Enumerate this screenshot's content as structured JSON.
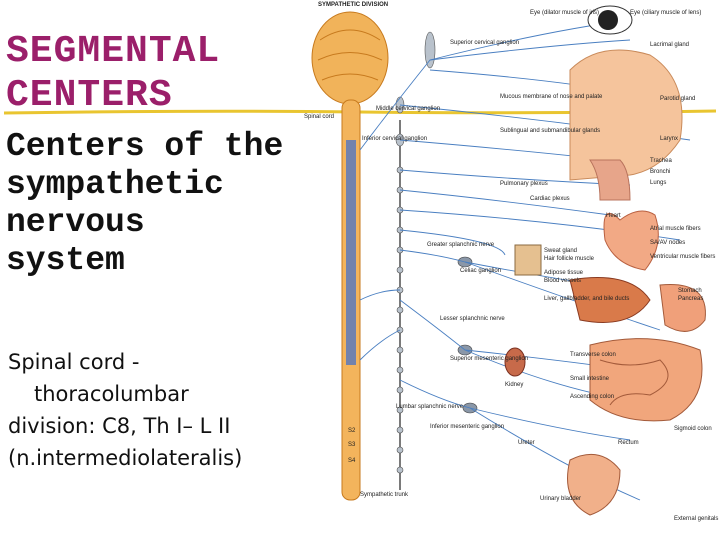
{
  "slide": {
    "title_line1": "SEGMENTAL",
    "title_line2": "CENTERS",
    "subtitle_lines": [
      "Centers of the",
      "sympathetic",
      "nervous",
      "system"
    ],
    "body_line1": "Spinal cord -",
    "body_line2": "thoracolumbar",
    "body_line3": "division: C8, Th I– L II",
    "body_line4": "(n.intermediolateralis)",
    "accent_color": "#9b1f6a",
    "underline_color": "#e9c530"
  },
  "figure": {
    "header": "SYMPATHETIC DIVISION",
    "labels": {
      "spinal_cord": "Spinal cord",
      "superior_cervical": "Superior cervical ganglion",
      "middle_cervical": "Middle cervical ganglion",
      "inferior_cervical": "Inferior cervical ganglion",
      "eye_iris": "Eye (dilator muscle of iris)",
      "eye_ciliary": "Eye (ciliary muscle of lens)",
      "lacrimal": "Lacrimal gland",
      "mucous": "Mucous membrane of nose and palate",
      "parotid": "Parotid gland",
      "sublingual": "Sublingual and submandibular glands",
      "larynx": "Larynx",
      "trachea": "Trachea",
      "bronchi": "Bronchi",
      "lungs": "Lungs",
      "pulmonary": "Pulmonary plexus",
      "cardiac": "Cardiac plexus",
      "heart": "Heart",
      "atrial": "Atrial muscle fibers",
      "sa_av": "SA/AV nodes",
      "ventricular": "Ventricular muscle fibers",
      "sweat": "Sweat gland",
      "hair": "Hair follicle muscle",
      "adipose": "Adipose tissue",
      "blood": "Blood vessels",
      "greater_splanchnic": "Greater splanchnic nerve",
      "celiac": "Celiac ganglion",
      "liver": "Liver, gallbladder, and bile ducts",
      "stomach": "Stomach",
      "pancreas": "Pancreas",
      "lesser_splanchnic": "Lesser splanchnic nerve",
      "superior_mesenteric": "Superior mesenteric ganglion",
      "kidney": "Kidney",
      "transverse": "Transverse colon",
      "small_intestine": "Small intestine",
      "ascending": "Ascending colon",
      "lumbar_splanchnic": "Lumbar splanchnic nerve",
      "inferior_mesenteric": "Inferior mesenteric ganglion",
      "sigmoid": "Sigmoid colon",
      "rectum": "Rectum",
      "ureter": "Ureter",
      "bladder": "Urinary bladder",
      "genitals": "External genitals",
      "trunk": "Sympathetic trunk",
      "s2": "S2",
      "s3": "S3",
      "s4": "S4"
    }
  }
}
